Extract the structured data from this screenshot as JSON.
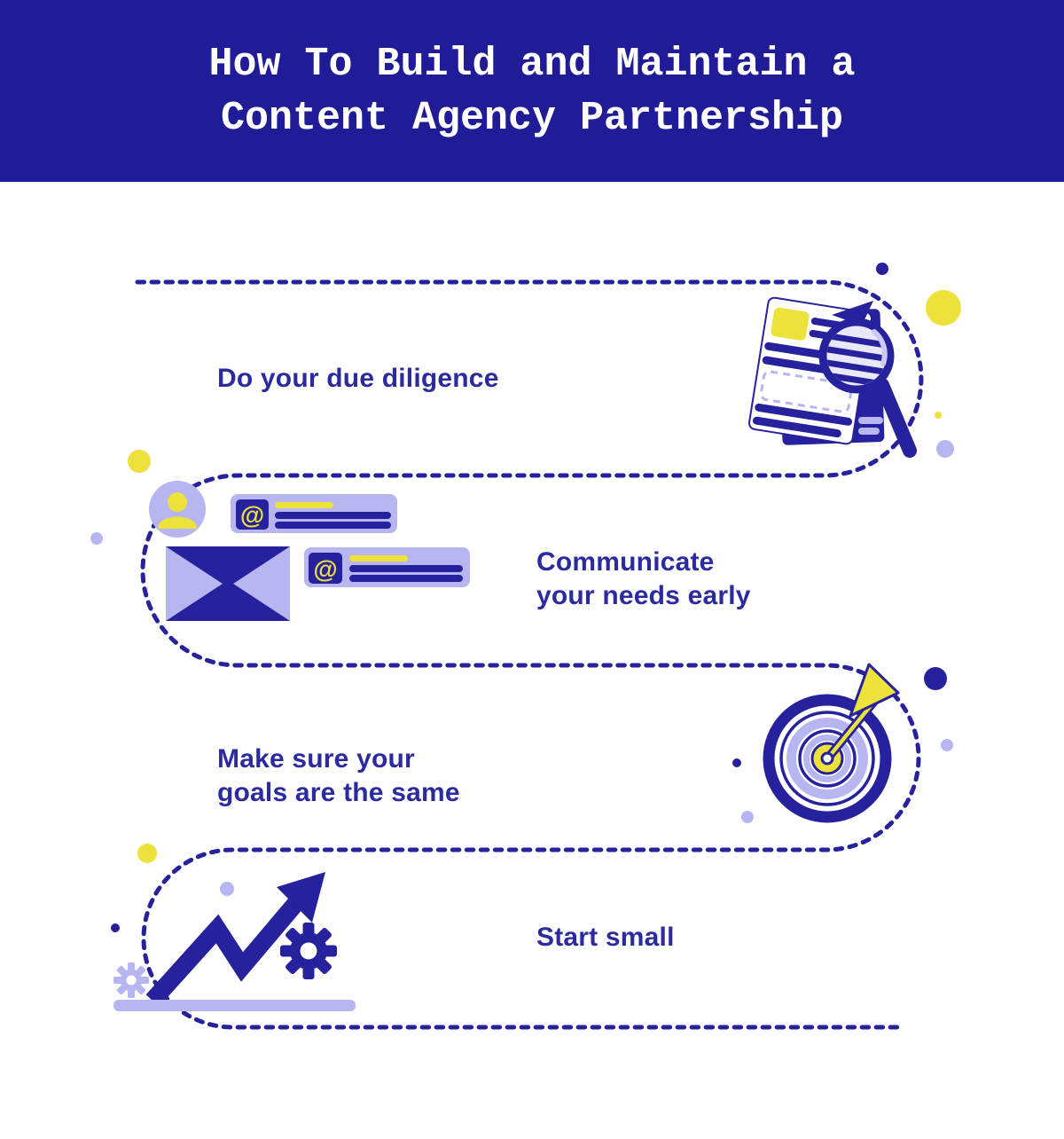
{
  "colors": {
    "header": "#201B96",
    "navy": "#26219C",
    "text": "#2B2A9F",
    "yellow": "#EDE13B",
    "periwinkle": "#B8B6F0",
    "lens": "#E9E8F8",
    "lenshl": "#CBCAF4",
    "white": "#ffffff"
  },
  "header": {
    "title_lines": [
      "How To Build and Maintain a",
      "Content Agency Partnership"
    ]
  },
  "steps": [
    {
      "name": "due-diligence",
      "lines": [
        "Do your due diligence"
      ],
      "icon": "document-magnifier"
    },
    {
      "name": "communicate",
      "lines": [
        "Communicate",
        "your needs early"
      ],
      "icon": "email-messages"
    },
    {
      "name": "shared-goals",
      "lines": [
        "Make sure your",
        "goals are the same"
      ],
      "icon": "target-dart"
    },
    {
      "name": "start-small",
      "lines": [
        "Start small"
      ],
      "icon": "growth-chart-gears"
    }
  ],
  "at_symbol": "@"
}
